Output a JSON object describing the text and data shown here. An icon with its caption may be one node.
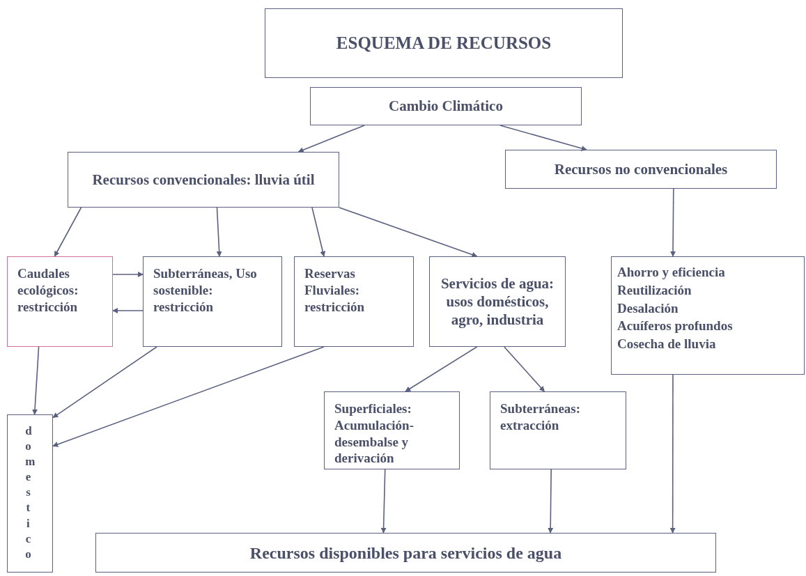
{
  "diagram": {
    "nodes": [
      {
        "text": [
          "ESQUEMA DE RECURSOS"
        ]
      },
      {
        "text": [
          "Cambio Climático"
        ]
      },
      {
        "text": [
          "Recursos convencionales: lluvia útil"
        ]
      },
      {
        "text": [
          "Recursos no convencionales"
        ]
      },
      {
        "text": [
          "Caudales ecológicos: restricción"
        ]
      },
      {
        "text": [
          "Subterráneas, Uso sostenible: restricción"
        ]
      },
      {
        "text": [
          "Reservas Fluviales: restricción"
        ]
      },
      {
        "text": [
          "Servicios de agua: usos domésticos, agro, industria"
        ]
      },
      {
        "text": [
          "Ahorro y eficiencia",
          "Reutilización",
          "Desalación",
          "Acuíferos profundos",
          "Cosecha de lluvia"
        ]
      },
      {
        "text": [
          "domestico"
        ]
      },
      {
        "text": [
          "Superficiales: Acumulación-desembalse y derivación"
        ]
      },
      {
        "text": [
          "Subterráneas: extracción"
        ]
      },
      {
        "text": [
          "Recursos disponibles para servicios de agua"
        ]
      }
    ],
    "edges": [
      {
        "from": 1,
        "to": 2,
        "arrow": "to"
      },
      {
        "from": 1,
        "to": 3,
        "arrow": "to"
      },
      {
        "from": 2,
        "to": 4,
        "arrow": "to"
      },
      {
        "from": 2,
        "to": 5,
        "arrow": "to"
      },
      {
        "from": 2,
        "to": 6,
        "arrow": "to"
      },
      {
        "from": 2,
        "to": 7,
        "arrow": "to"
      },
      {
        "from": 3,
        "to": 8,
        "arrow": "to"
      },
      {
        "from": 4,
        "to": 5,
        "arrow": "to"
      },
      {
        "from": 5,
        "to": 4,
        "arrow": "to"
      },
      {
        "from": 4,
        "to": 9,
        "arrow": "to"
      },
      {
        "from": 5,
        "to": 9,
        "arrow": "to"
      },
      {
        "from": 6,
        "to": 9,
        "arrow": "to"
      },
      {
        "from": 7,
        "to": 10,
        "arrow": "to"
      },
      {
        "from": 7,
        "to": 11,
        "arrow": "to"
      },
      {
        "from": 10,
        "to": 12,
        "arrow": "to"
      },
      {
        "from": 11,
        "to": 12,
        "arrow": "to"
      },
      {
        "from": 8,
        "to": 12,
        "arrow": "to"
      }
    ]
  }
}
